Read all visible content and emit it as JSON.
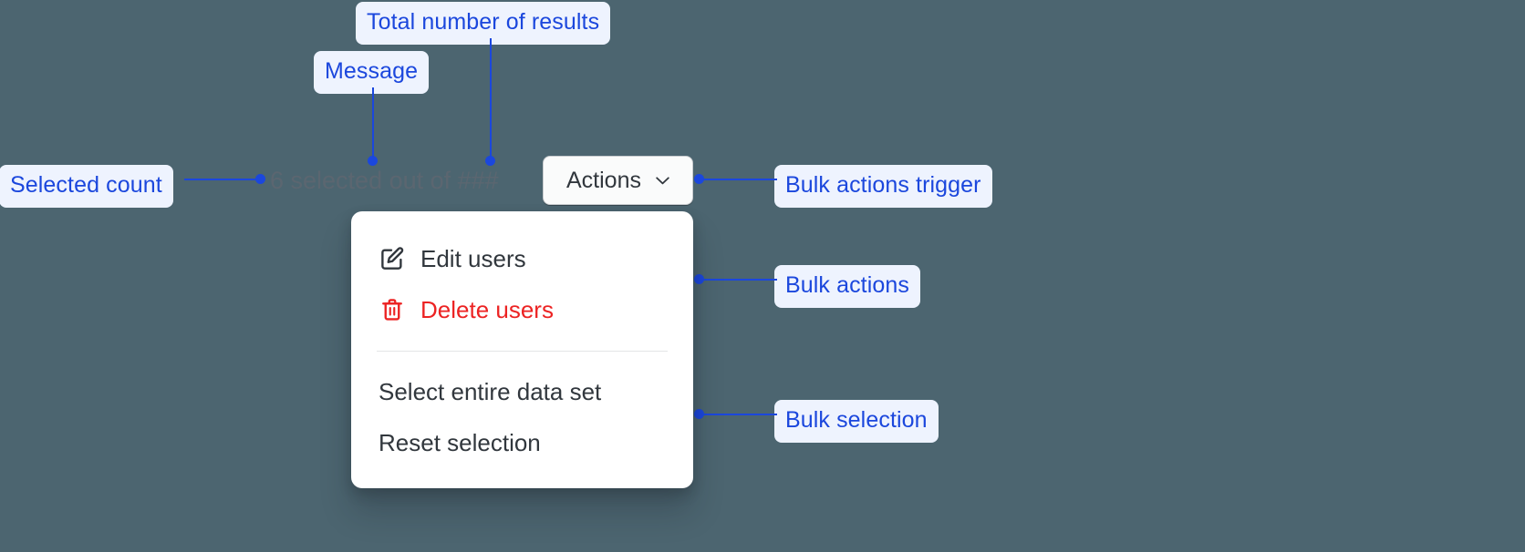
{
  "canvas": {
    "background_color": "#4c6570",
    "annotation_color": "#1b47dd",
    "annotation_chip_background": "#eef3fe"
  },
  "annotations": [
    {
      "id": "total-results",
      "label": "Total number of results"
    },
    {
      "id": "message",
      "label": "Message"
    },
    {
      "id": "selected-count",
      "label": "Selected count"
    },
    {
      "id": "bulk-actions-trigger",
      "label": "Bulk actions trigger"
    },
    {
      "id": "bulk-actions",
      "label": "Bulk actions"
    },
    {
      "id": "bulk-selection",
      "label": "Bulk selection"
    }
  ],
  "bulk_actions_bar": {
    "selection_message": "6 selected out of ###",
    "selected_count": "6",
    "total_results_placeholder": "###",
    "trigger": {
      "label": "Actions",
      "icon": "chevron-down-icon",
      "text_color": "#31373d",
      "background_color": "#fafbfb",
      "border_color": "#c9cccf"
    }
  },
  "dropdown": {
    "groups": [
      {
        "name": "bulk-actions",
        "items": [
          {
            "label": "Edit users",
            "icon": "edit-pencil-square-icon",
            "tone": "default",
            "color": "#31373d"
          },
          {
            "label": "Delete users",
            "icon": "trash-icon",
            "tone": "critical",
            "color": "#ec2323"
          }
        ]
      },
      {
        "name": "bulk-selection",
        "items": [
          {
            "label": "Select entire data set",
            "icon": null,
            "tone": "default",
            "color": "#31373d"
          },
          {
            "label": "Reset selection",
            "icon": null,
            "tone": "default",
            "color": "#31373d"
          }
        ]
      }
    ]
  }
}
